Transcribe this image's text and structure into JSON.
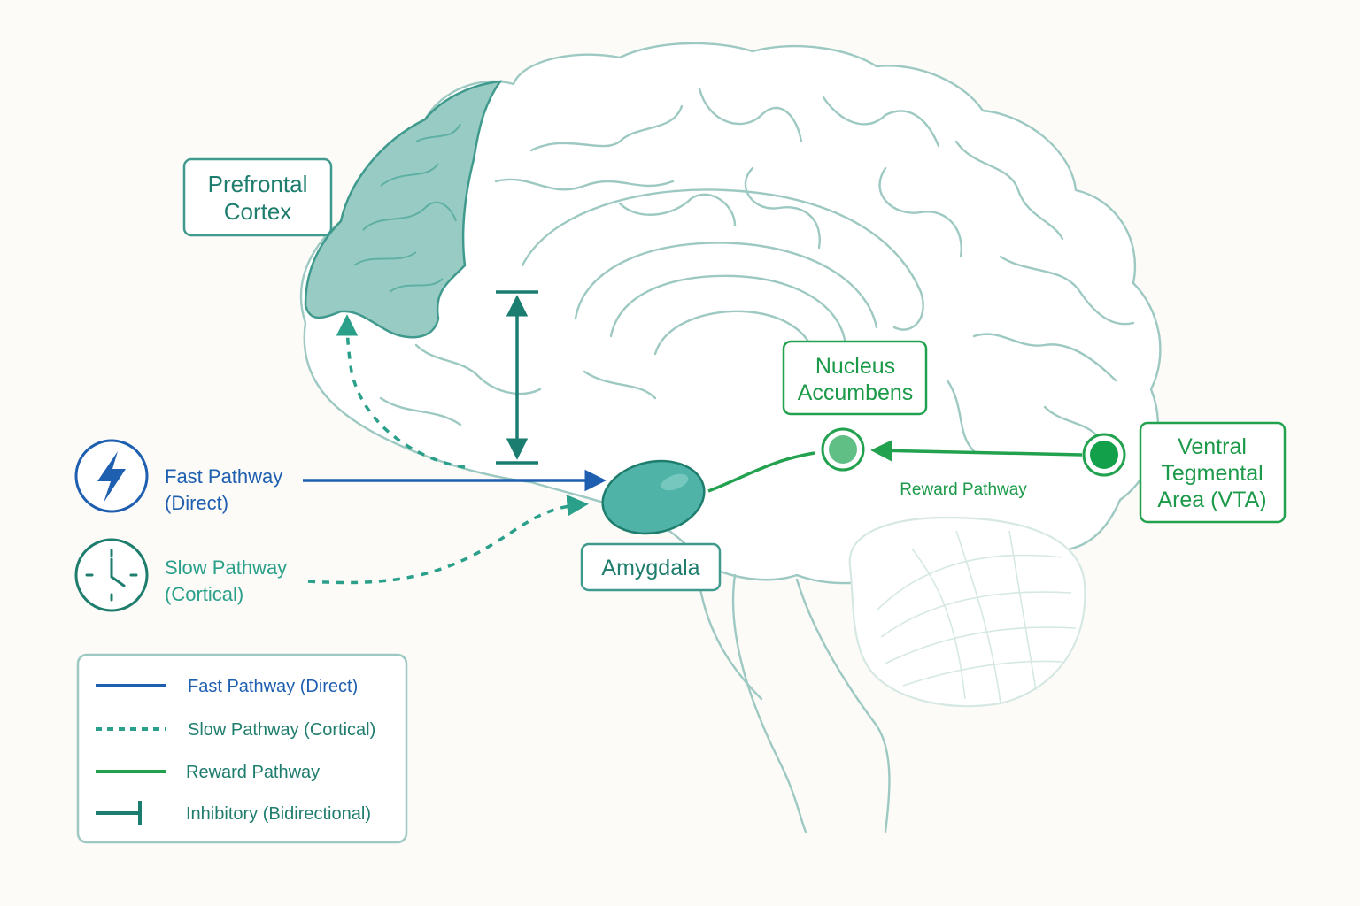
{
  "colors": {
    "background": "#fcfbf7",
    "brain_outline": "#9dc9c2",
    "brain_fill": "#ffffff",
    "prefrontal_fill": "#98cbc3",
    "prefrontal_stroke": "#3f9a8d",
    "teal_label": "#1f7d6e",
    "fast_pathway": "#1f5fb0",
    "slow_pathway": "#2aa08a",
    "reward_pathway": "#22a14f",
    "inhibitory": "#1a7d70",
    "amygdala_fill": "#4fb3a8",
    "cerebellum_line": "#d6e8e3"
  },
  "labels": {
    "prefrontal": [
      "Prefrontal",
      "Cortex"
    ],
    "nucleus": [
      "Nucleus",
      "Accumbens"
    ],
    "vta": [
      "Ventral",
      "Tegmental",
      "Area (VTA)"
    ],
    "amygdala": "Amygdala",
    "reward_pathway": "Reward Pathway"
  },
  "pathways": {
    "fast": {
      "icon": "lightning-icon",
      "lines": [
        "Fast Pathway",
        "(Direct)"
      ]
    },
    "slow": {
      "icon": "clock-icon",
      "lines": [
        "Slow Pathway",
        "(Cortical)"
      ]
    }
  },
  "legend": [
    {
      "key": "fast",
      "label": "Fast Pathway (Direct)"
    },
    {
      "key": "slow",
      "label": "Slow Pathway (Cortical)"
    },
    {
      "key": "reward",
      "label": "Reward Pathway"
    },
    {
      "key": "inhibitory",
      "label": "Inhibitory (Bidirectional)"
    }
  ]
}
